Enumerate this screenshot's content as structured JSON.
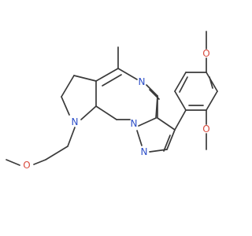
{
  "molecule": {
    "atoms": {
      "n_pyrimidine": "N",
      "n_pyrrolidine": "N",
      "n_bridge": "N",
      "n_pyrazole": "N",
      "o_chain": "O",
      "o_ring_para": "O",
      "o_ring_meta": "O"
    }
  },
  "colors": {
    "bond": "#3a3a3a",
    "nitrogen": "#2d4fc8",
    "oxygen": "#d94a3d",
    "background": "#ffffff"
  }
}
